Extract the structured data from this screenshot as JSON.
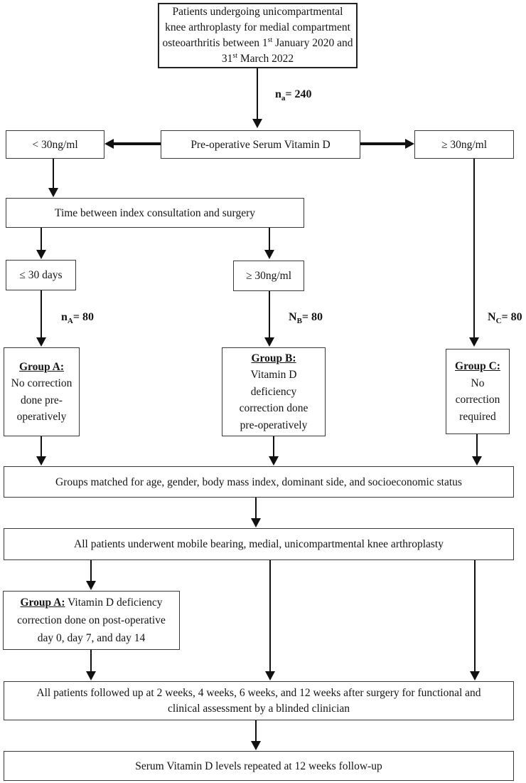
{
  "diagram": {
    "eligibility": {
      "p1": "Patients undergoing unicompartmental knee arthroplasty for medial compartment osteoarthritis between 1",
      "sup1": "st",
      "p2": " January 2020 and 31",
      "sup2": "st",
      "p3": " March 2022"
    },
    "nodes": {
      "low_vitd": "< 30ng/ml",
      "preop_test": "Pre-operative Serum Vitamin D",
      "high_vitd": "≥ 30ng/ml",
      "time_gap": "Time between index consultation and surgery",
      "le_30_days": "≤ 30 days",
      "ge_30_mid": "≥ 30ng/ml",
      "matched": "Groups matched for age, gender, body mass index, dominant side, and socioeconomic status",
      "surgery": "All patients underwent mobile bearing, medial, unicompartmental knee arthroplasty",
      "followup": "All patients followed up at 2 weeks, 4 weeks, 6 weeks, and 12 weeks after surgery for functional and clinical assessment by a blinded clinician",
      "final_test": "Serum Vitamin D levels repeated at 12 weeks follow-up"
    },
    "counts": {
      "total": {
        "base": "n",
        "sub": "a",
        "value": "= 240"
      },
      "group_a": {
        "base": "n",
        "sub": "A",
        "value": "= 80"
      },
      "group_b": {
        "base": "N",
        "sub": "B",
        "value": "= 80"
      },
      "group_c": {
        "base": "N",
        "sub": "C",
        "value": "= 80"
      }
    },
    "groups": {
      "a": {
        "title": "Group A:",
        "body": "No correction done pre-operatively"
      },
      "b": {
        "title": "Group B:",
        "body": "Vitamin D deficiency correction done pre-operatively"
      },
      "c": {
        "title": "Group C:",
        "body": "No correction required"
      }
    },
    "postop": {
      "title": "Group A:",
      "body": " Vitamin D deficiency correction done on post-operative day 0, day 7, and day 14"
    },
    "colors": {
      "line": "#111111",
      "border": "#3a3a3a",
      "background": "#ffffff"
    }
  }
}
